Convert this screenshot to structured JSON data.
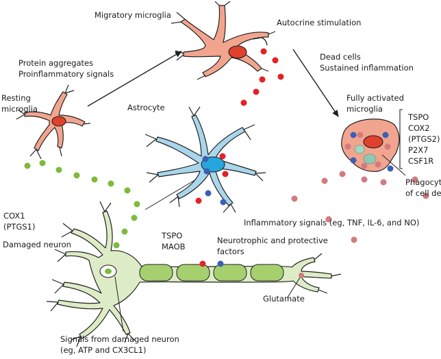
{
  "labels": {
    "migratory_microglia": "Migratory microglia",
    "autocrine_stimulation": "Autocrine stimulation",
    "protein_aggregates": [
      "Protein aggregates",
      "Proinflammatory signals"
    ],
    "dead_cells": [
      "Dead cells",
      "Sustained inflammation"
    ],
    "resting_microglia": [
      "Resting",
      "microglia"
    ],
    "astrocyte": "Astrocyte",
    "fully_activated": [
      "Fully activated",
      "microglia"
    ],
    "activated_markers": [
      "TSPO",
      "COX2",
      "(PTGS2)",
      "P2X7",
      "CSF1R"
    ],
    "cox1": [
      "COX1",
      "(PTGS1)"
    ],
    "phagocytosis": [
      "Phagocytosis",
      "of cell debris"
    ],
    "damaged_neuron": "Damaged neuron",
    "inflammatory_signals": "Inflammatory signals (eg, TNF, IL-6, and NO)",
    "astro_markers": [
      "TSPO",
      "MAOB"
    ],
    "neurotrophic": [
      "Neurotrophic and protective",
      "factors"
    ],
    "glutamate": "Glutamate",
    "signals_damaged": [
      "Signals from damaged neuron",
      "(eg, ATP and CX3CL1)"
    ]
  },
  "colors": {
    "microglia_fill": "#f2a58e",
    "microglia_body": "#f4b9a3",
    "nucleus": "#e0412e",
    "astrocyte_fill": "#a9d6ea",
    "astrocyte_nucleus": "#27a5dd",
    "neuron_fill": "#ddecc6",
    "myelin": "#a6cf6e",
    "red_signal": "#e32227",
    "pink_signal": "#d37a7e",
    "blue_signal": "#3c5fb4",
    "green_signal": "#7dba3a",
    "outline": "#1f1f1f"
  }
}
